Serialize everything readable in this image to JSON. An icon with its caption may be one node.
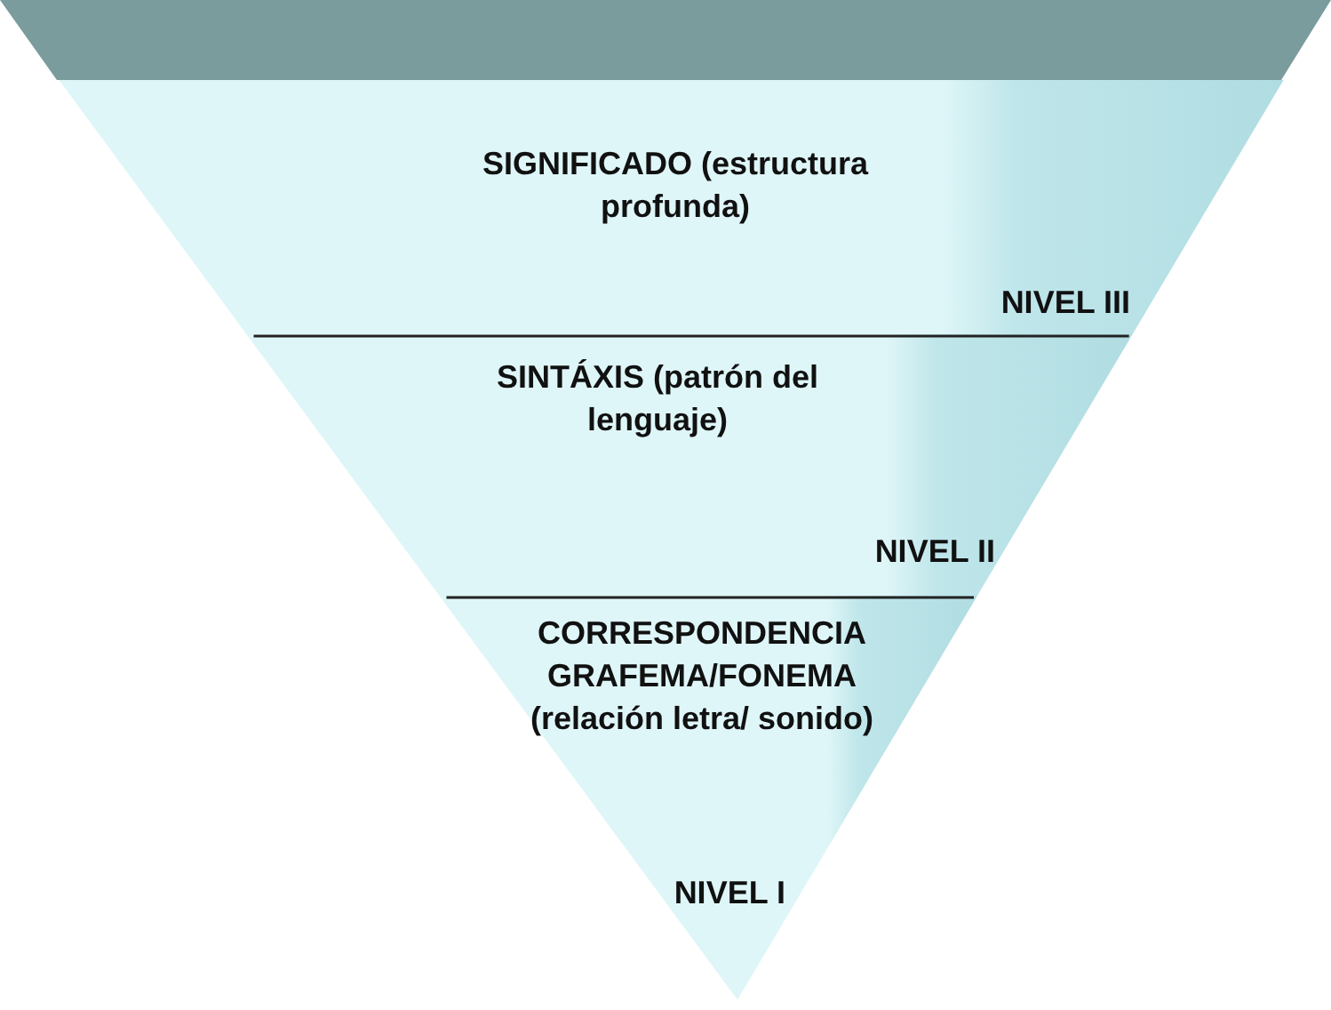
{
  "diagram": {
    "nodes": [
      {
        "text": [
          "SIGNIFICADO (estructura profunda)",
          "NIVEL III"
        ]
      },
      {
        "text": [
          "SINTÁXIS (patrón del lenguaje)",
          "NIVEL II"
        ]
      },
      {
        "text": [
          "CORRESPONDENCIA GRAFEMA/FONEMA (relación letra/ sonido)",
          "NIVEL I"
        ]
      }
    ],
    "edges": []
  }
}
